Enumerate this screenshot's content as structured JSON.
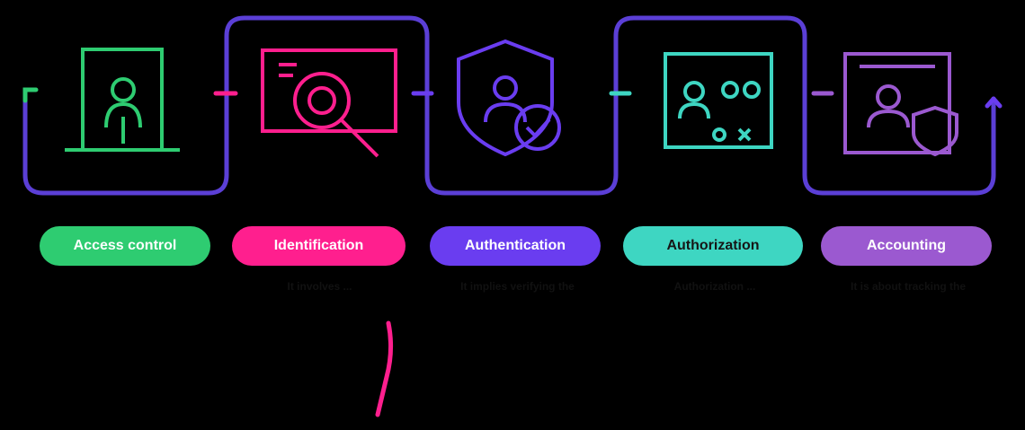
{
  "steps": [
    {
      "title": "Access control",
      "description": ""
    },
    {
      "title": "Identification",
      "description": "It involves ..."
    },
    {
      "title": "Authentication",
      "description": "It implies verifying the"
    },
    {
      "title": "Authorization",
      "description": "Authorization ..."
    },
    {
      "title": "Accounting",
      "description": "It is about tracking the"
    }
  ],
  "colors": {
    "access": "#2ecc71",
    "identification": "#ff1f8e",
    "authentication": "#6a3df0",
    "authorization": "#3ed6c2",
    "accounting": "#9b59d0",
    "background": "#000000"
  },
  "icons": [
    "door-person-icon",
    "magnifier-icon",
    "shield-user-check-icon",
    "user-grid-icon",
    "user-shield-document-icon"
  ]
}
